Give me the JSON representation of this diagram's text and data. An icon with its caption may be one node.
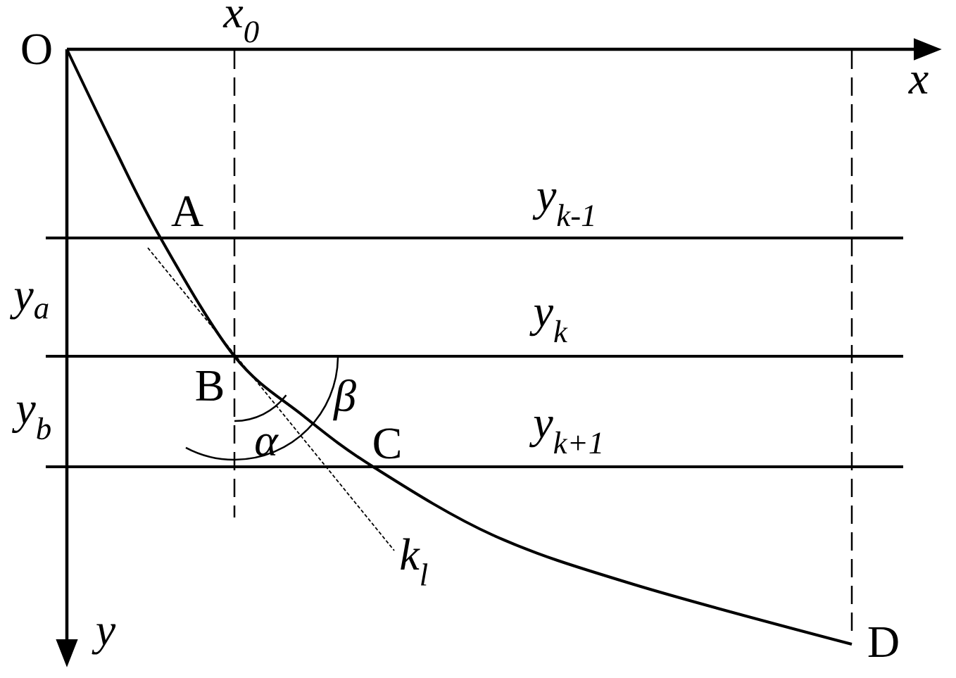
{
  "diagram": {
    "labels": [
      "O",
      "x$_{0}$",
      "x",
      "A",
      "y$_{k-1}$",
      "y$_{a}$",
      "y$_{k}$",
      "B",
      "β",
      "y$_{b}$",
      "C",
      "y$_{k+1}$",
      "α",
      "k$_{l}$",
      "y",
      "D"
    ]
  }
}
